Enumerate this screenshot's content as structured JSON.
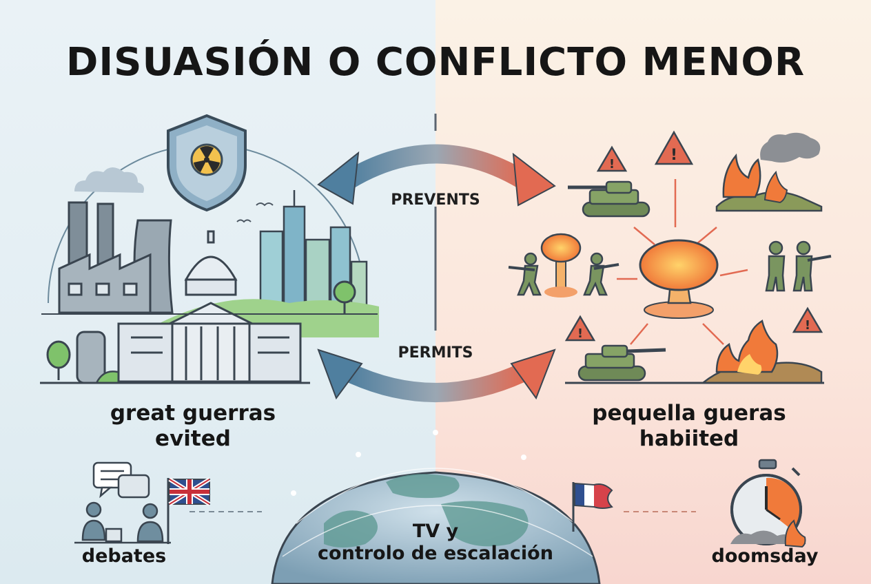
{
  "title": "DISUASIÓN O CONFLICTO MENOR",
  "arrows": {
    "top_label": "PREVENTS",
    "bottom_label": "PERMITS"
  },
  "left_panel": {
    "caption_line1": "great guerras",
    "caption_line2": "evited"
  },
  "right_panel": {
    "caption_line1": "pequella gueras",
    "caption_line2": "habiited"
  },
  "bottom": {
    "debates_label": "debates",
    "center_line1": "TV y",
    "center_line2": "controlo de escalación",
    "doomsday_label": "doomsday"
  },
  "colors": {
    "left_accent": "#5b8aa8",
    "right_accent": "#e0614a",
    "warning": "#e0614a"
  },
  "icons": [
    "nuclear-shield-icon",
    "factory-icon",
    "city-icon",
    "capitol-icon",
    "tank-icon",
    "soldier-icon",
    "explosion-icon",
    "fire-icon",
    "warning-icon",
    "chat-icon",
    "uk-flag-icon",
    "france-flag-icon",
    "stopwatch-icon",
    "globe-icon"
  ]
}
